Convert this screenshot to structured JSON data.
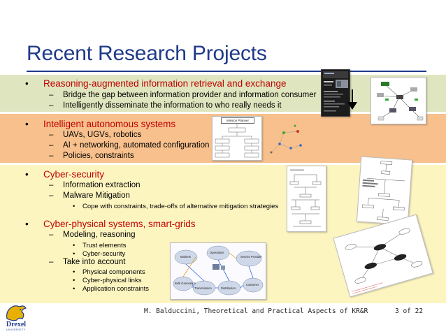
{
  "slide": {
    "title": "Recent Research Projects",
    "sections": [
      {
        "heading": "Reasoning-augmented information retrieval and exchange",
        "items": [
          "Bridge the gap between information provider and information consumer",
          "Intelligently disseminate the information to who really needs it"
        ]
      },
      {
        "heading": "Intelligent autonomous systems",
        "items": [
          "UAVs, UGVs, robotics",
          "AI + networking, automated configuration",
          "Policies, constraints"
        ]
      },
      {
        "heading": "Cyber-security",
        "items": [
          "Information extraction",
          "Malware Mitigation"
        ],
        "subitems": [
          "Cope with constraints, trade-offs of alternative mitigation strategies"
        ]
      },
      {
        "heading": "Cyber-physical systems, smart-grids",
        "items": [
          "Modeling, reasoning",
          "Take into account"
        ],
        "subitems_modeling": [
          "Trust elements",
          "Cyber-security"
        ],
        "subitems_account": [
          "Physical components",
          "Cyber-physical links",
          "Application constraints"
        ]
      }
    ],
    "bullet_main": "•",
    "bullet_dash": "–",
    "bullet_small": "•"
  },
  "diagrams": {
    "mission_planner_title": "Mission Planner",
    "grid_labels": [
      "Markets",
      "Operations",
      "Service Provider",
      "Bulk Generation",
      "Transmission",
      "Distribution",
      "Customer"
    ]
  },
  "footer": {
    "text": "M. Balduccini, Theoretical and Practical Aspects of KR&R",
    "page": "3 of 22"
  },
  "logo": {
    "name": "Drexel",
    "sub": "UNIVERSITY"
  },
  "colors": {
    "title": "#1f3a8a",
    "heading": "#c00000",
    "band1": "#dfe6bf",
    "band2": "#f7c08c",
    "band3": "#fdf5c0"
  }
}
